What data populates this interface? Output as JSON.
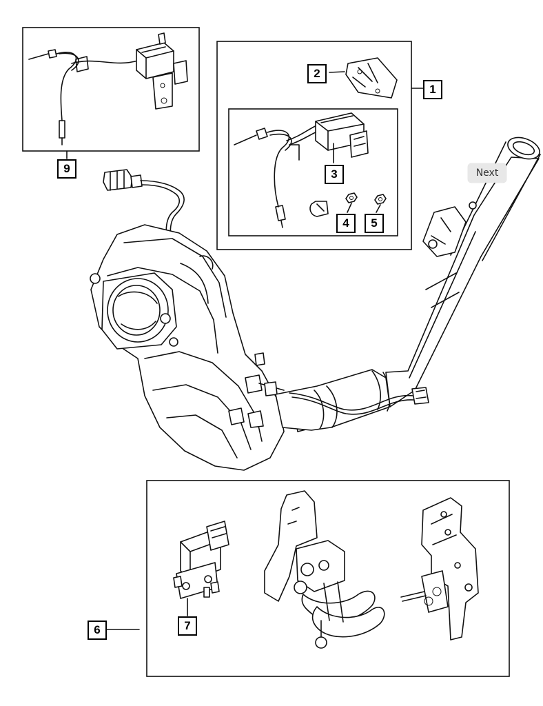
{
  "callouts": {
    "c1": "1",
    "c2": "2",
    "c3": "3",
    "c4": "4",
    "c5": "5",
    "c6": "6",
    "c7": "7",
    "c9": "9"
  },
  "next_button": {
    "label": "Next"
  },
  "colors": {
    "line": "#111111",
    "background": "#ffffff",
    "button_bg": "#e8e8e8"
  }
}
